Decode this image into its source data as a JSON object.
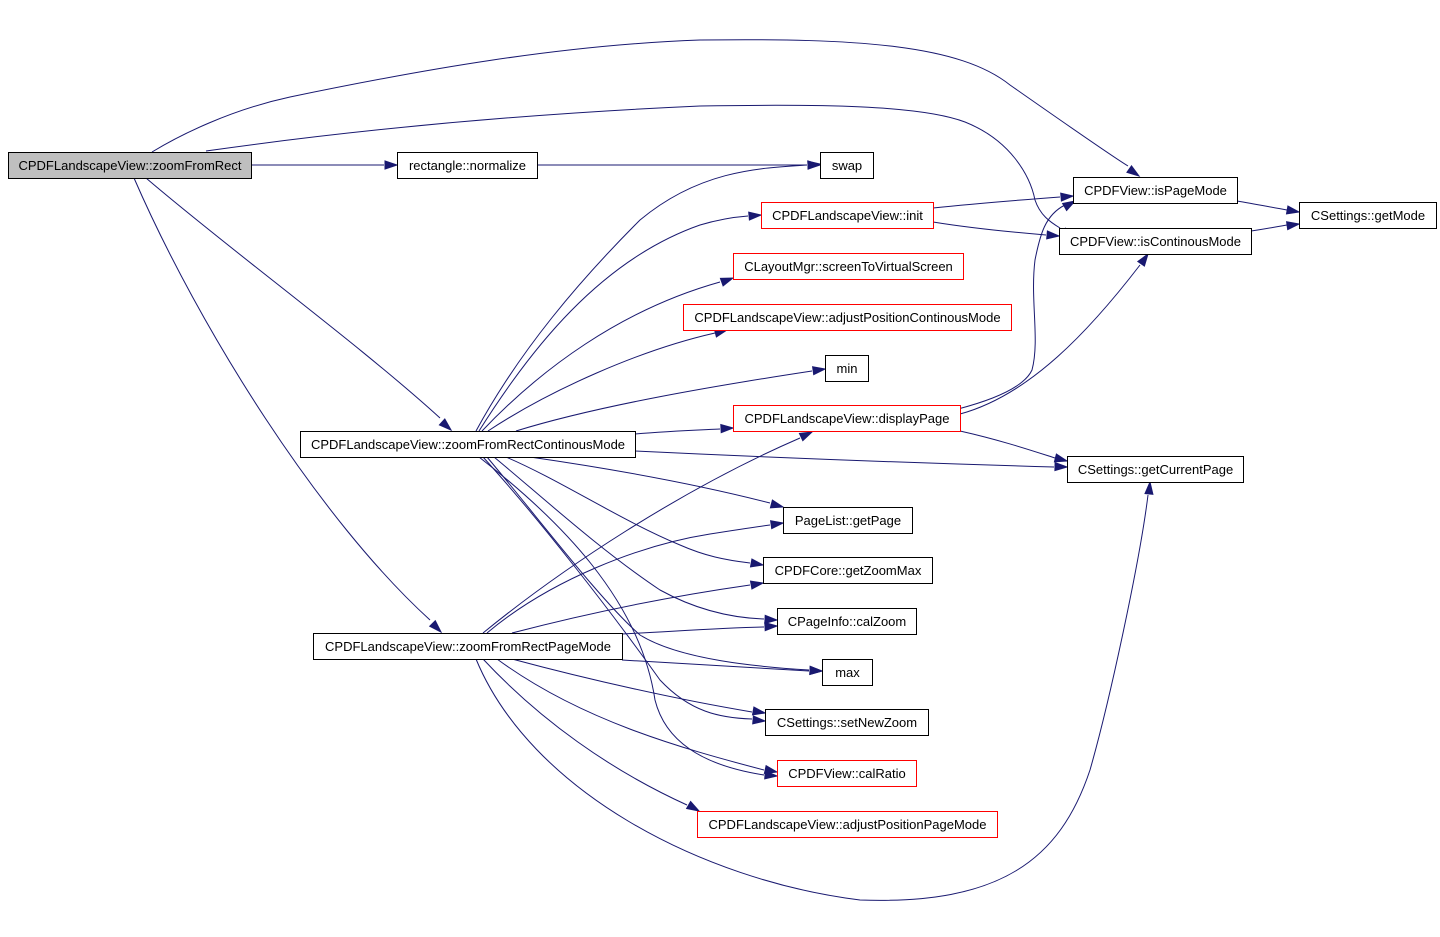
{
  "colors": {
    "edge": "#191970",
    "node_border_default": "#000000",
    "node_border_truncated": "#ff0000",
    "root_fill": "#bfbfbf",
    "node_fill": "#ffffff"
  },
  "nodes": {
    "zoomFromRect": {
      "label": "CPDFLandscapeView::zoomFromRect",
      "style": "root"
    },
    "normalize": {
      "label": "rectangle::normalize",
      "style": "black"
    },
    "swap": {
      "label": "swap",
      "style": "black"
    },
    "isPageMode": {
      "label": "CPDFView::isPageMode",
      "style": "black"
    },
    "getMode": {
      "label": "CSettings::getMode",
      "style": "black"
    },
    "init": {
      "label": "CPDFLandscapeView::init",
      "style": "red"
    },
    "isContinousMode": {
      "label": "CPDFView::isContinousMode",
      "style": "black"
    },
    "screenToVirtualScreen": {
      "label": "CLayoutMgr::screenToVirtualScreen",
      "style": "red"
    },
    "adjustPositionContinousMode": {
      "label": "CPDFLandscapeView::adjustPositionContinousMode",
      "style": "red"
    },
    "min": {
      "label": "min",
      "style": "black"
    },
    "displayPage": {
      "label": "CPDFLandscapeView::displayPage",
      "style": "red"
    },
    "zoomFromRectContinousMode": {
      "label": "CPDFLandscapeView::zoomFromRectContinousMode",
      "style": "black"
    },
    "getCurrentPage": {
      "label": "CSettings::getCurrentPage",
      "style": "black"
    },
    "getPage": {
      "label": "PageList::getPage",
      "style": "black"
    },
    "getZoomMax": {
      "label": "CPDFCore::getZoomMax",
      "style": "black"
    },
    "calZoom": {
      "label": "CPageInfo::calZoom",
      "style": "black"
    },
    "zoomFromRectPageMode": {
      "label": "CPDFLandscapeView::zoomFromRectPageMode",
      "style": "black"
    },
    "max": {
      "label": "max",
      "style": "black"
    },
    "setNewZoom": {
      "label": "CSettings::setNewZoom",
      "style": "black"
    },
    "calRatio": {
      "label": "CPDFView::calRatio",
      "style": "red"
    },
    "adjustPositionPageMode": {
      "label": "CPDFLandscapeView::adjustPositionPageMode",
      "style": "red"
    }
  },
  "edges": [
    [
      "zoomFromRect",
      "normalize"
    ],
    [
      "zoomFromRect",
      "isPageMode"
    ],
    [
      "zoomFromRect",
      "isContinousMode"
    ],
    [
      "zoomFromRect",
      "zoomFromRectContinousMode"
    ],
    [
      "zoomFromRect",
      "zoomFromRectPageMode"
    ],
    [
      "normalize",
      "swap"
    ],
    [
      "isPageMode",
      "getMode"
    ],
    [
      "isContinousMode",
      "getMode"
    ],
    [
      "init",
      "isPageMode"
    ],
    [
      "init",
      "isContinousMode"
    ],
    [
      "displayPage",
      "isPageMode"
    ],
    [
      "displayPage",
      "isContinousMode"
    ],
    [
      "displayPage",
      "getCurrentPage"
    ],
    [
      "zoomFromRectContinousMode",
      "swap"
    ],
    [
      "zoomFromRectContinousMode",
      "init"
    ],
    [
      "zoomFromRectContinousMode",
      "screenToVirtualScreen"
    ],
    [
      "zoomFromRectContinousMode",
      "adjustPositionContinousMode"
    ],
    [
      "zoomFromRectContinousMode",
      "min"
    ],
    [
      "zoomFromRectContinousMode",
      "displayPage"
    ],
    [
      "zoomFromRectContinousMode",
      "getCurrentPage"
    ],
    [
      "zoomFromRectContinousMode",
      "getPage"
    ],
    [
      "zoomFromRectContinousMode",
      "getZoomMax"
    ],
    [
      "zoomFromRectContinousMode",
      "calZoom"
    ],
    [
      "zoomFromRectContinousMode",
      "max"
    ],
    [
      "zoomFromRectContinousMode",
      "setNewZoom"
    ],
    [
      "zoomFromRectContinousMode",
      "calRatio"
    ],
    [
      "zoomFromRectPageMode",
      "displayPage"
    ],
    [
      "zoomFromRectPageMode",
      "getPage"
    ],
    [
      "zoomFromRectPageMode",
      "getZoomMax"
    ],
    [
      "zoomFromRectPageMode",
      "calZoom"
    ],
    [
      "zoomFromRectPageMode",
      "max"
    ],
    [
      "zoomFromRectPageMode",
      "setNewZoom"
    ],
    [
      "zoomFromRectPageMode",
      "calRatio"
    ],
    [
      "zoomFromRectPageMode",
      "adjustPositionPageMode"
    ],
    [
      "zoomFromRectPageMode",
      "getCurrentPage"
    ]
  ]
}
